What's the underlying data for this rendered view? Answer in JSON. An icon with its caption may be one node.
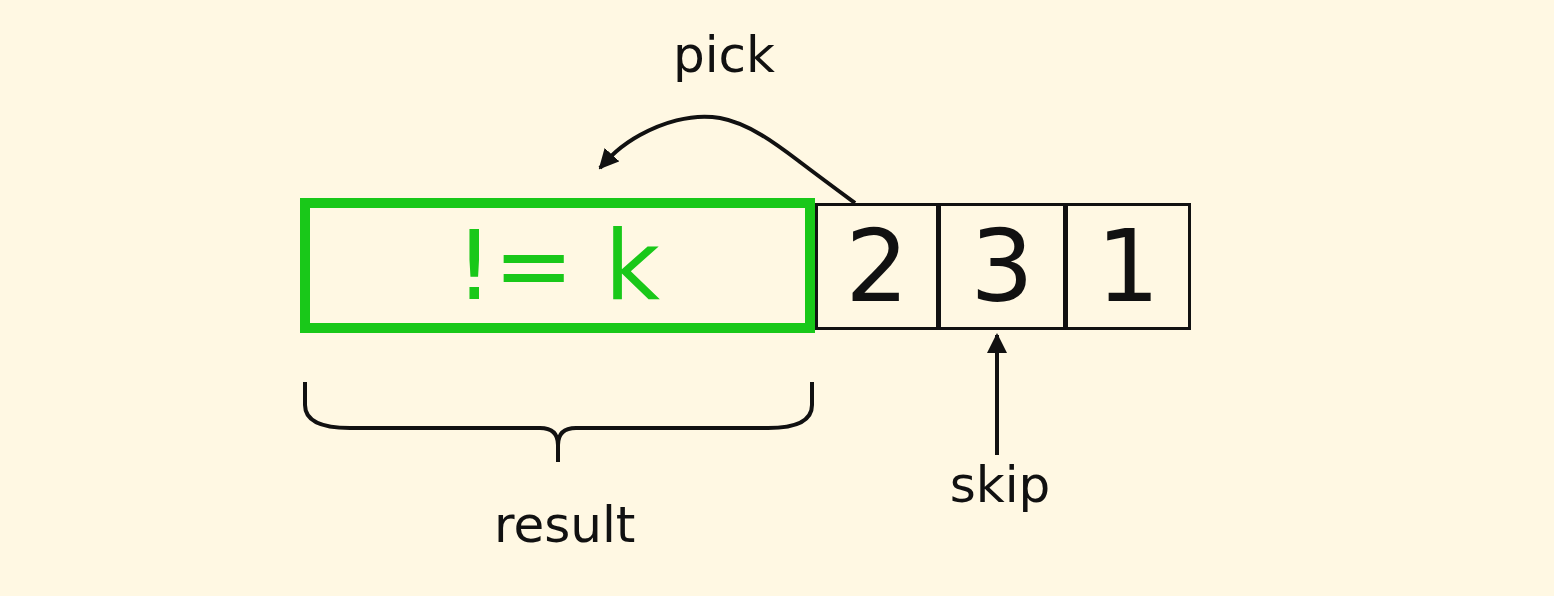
{
  "diagram": {
    "nodes": [
      {
        "text": [
          "!= k"
        ]
      },
      {
        "text": [
          "2"
        ]
      },
      {
        "text": [
          "3"
        ]
      },
      {
        "text": [
          "1"
        ]
      },
      {
        "text": [
          "skip"
        ]
      }
    ],
    "edges": [
      {
        "from": 1,
        "to": 0,
        "arrow": "to",
        "label": "pick"
      },
      {
        "from": 4,
        "to": 2,
        "arrow": "to"
      }
    ],
    "labels": [
      "result"
    ]
  }
}
